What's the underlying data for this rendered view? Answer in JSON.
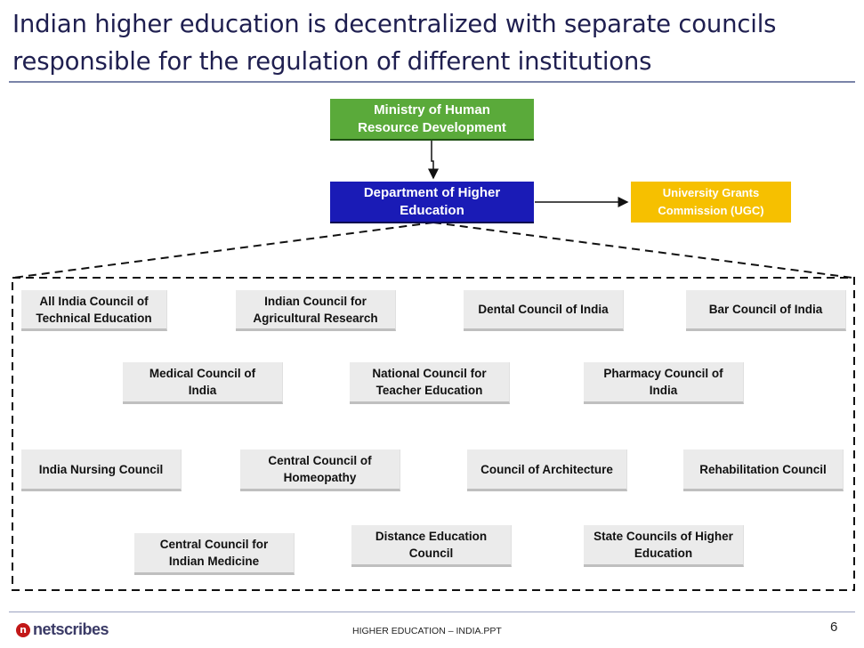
{
  "slide": {
    "title": "Indian higher education is decentralized with separate councils\nresponsible for the regulation of different institutions"
  },
  "org": {
    "ministry": "Ministry of Human\nResource Development",
    "department": "Department of Higher\nEducation",
    "ugc": "University Grants\nCommission (UGC)"
  },
  "councils": [
    "All India Council of\nTechnical Education",
    "Indian Council for\nAgricultural Research",
    "Dental Council of India",
    "Bar Council of India",
    "Medical Council of\nIndia",
    "National Council for\nTeacher Education",
    "Pharmacy  Council of\nIndia",
    "India Nursing Council",
    "Central Council of\nHomeopathy",
    "Council of Architecture",
    "Rehabilitation Council",
    "Central Council for\nIndian Medicine",
    "Distance Education\nCouncil",
    "State Councils of Higher\nEducation"
  ],
  "colors": {
    "ministry": "#5aaa3a",
    "department": "#1a1bb6",
    "ugc": "#f6c000",
    "council": "#ebebeb"
  },
  "footer": {
    "logo": "netscribes",
    "logo_mark": "n",
    "text": "HIGHER EDUCATION – INDIA.PPT",
    "page": "6"
  }
}
